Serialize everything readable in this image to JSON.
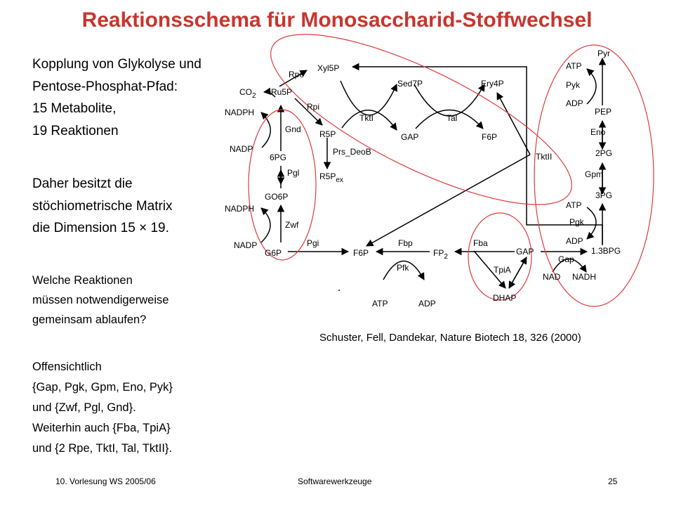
{
  "title": "Reaktionsschema für Monosaccharid-Stoffwechsel",
  "text": {
    "block1": [
      "Kopplung von Glykolyse und",
      "Pentose-Phosphat-Pfad:",
      "15 Metabolite,",
      "19 Reaktionen"
    ],
    "block2": [
      "Daher besitzt die",
      "stöchiometrische Matrix",
      "die Dimension 15 × 19."
    ],
    "block3": [
      "Welche Reaktionen",
      "müssen notwendigerweise",
      "gemeinsam ablaufen?"
    ],
    "block4": [
      "Offensichtlich",
      "{Gap, Pgk, Gpm, Eno, Pyk}",
      "und {Zwf, Pgl, Gnd}.",
      "Weiterhin auch {Fba, TpiA}",
      "und {2 Rpe, TktI, Tal, TktII}."
    ]
  },
  "citation": "Schuster, Fell, Dandekar, Nature Biotech 18, 326 (2000)",
  "footer": {
    "left": "10. Vorlesung WS 2005/06",
    "center": "Softwarewerkzeuge",
    "page": "25"
  },
  "diagram": {
    "metabolites": {
      "ru5p": "Ru5P",
      "xyl5p": "Xyl5P",
      "sed7p": "Sed7P",
      "ery4p": "Ery4P",
      "r5p": "R5P",
      "gap_top": "GAP",
      "f6p_top": "F6P",
      "r5pex": "R5Pex",
      "co2": "CO2",
      "nadph1": "NADPH",
      "nadp1": "NADP",
      "pg6": "6PG",
      "go6p": "GO6P",
      "nadph2": "NADPH",
      "nadp2": "NADP",
      "g6p": "G6P",
      "f6p": "F6P",
      "fp2": "FP2",
      "gap": "GAP",
      "dhap": "DHAP",
      "atp_pfk": "ATP",
      "adp_pfk": "ADP",
      "pyr": "Pyr",
      "atp_pyk": "ATP",
      "adp_pyk": "ADP",
      "pep": "PEP",
      "pg2": "2PG",
      "pg3": "3PG",
      "atp_pgk": "ATP",
      "adp_pgk": "ADP",
      "bpg13": "1.3BPG",
      "nad": "NAD",
      "nadh": "NADH"
    },
    "enzymes": {
      "rpe": "Rpe",
      "rpi": "Rpi",
      "gnd": "Gnd",
      "pgl": "Pgl",
      "zwf": "Zwf",
      "tkt1": "TktI",
      "tal": "Tal",
      "tkt2": "TktII",
      "prs": "Prs_DeoB",
      "pgi": "Pgi",
      "fbp": "Fbp",
      "pfk": "Pfk",
      "fba": "Fba",
      "tpia": "TpiA",
      "pyk": "Pyk",
      "eno": "Eno",
      "gpm": "Gpm",
      "pgk": "Pgk",
      "gapdh": "Gap"
    }
  }
}
